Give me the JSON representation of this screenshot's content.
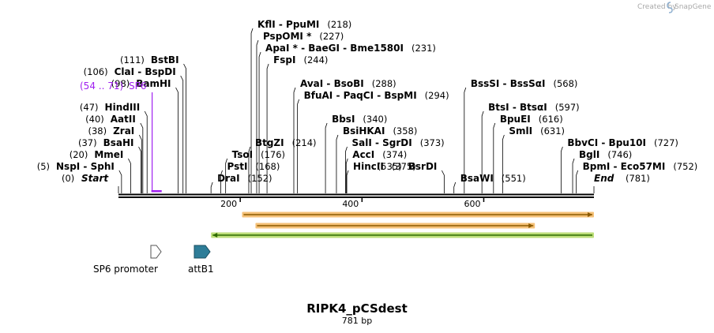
{
  "credit": {
    "text": "Created by",
    "brand": "SnapGene"
  },
  "map": {
    "title": "RIPK4_pCSdest",
    "subtitle": "781 bp",
    "length": 781,
    "ticks": [
      {
        "pos": 200,
        "label": "200"
      },
      {
        "pos": 400,
        "label": "400"
      },
      {
        "pos": 600,
        "label": "600"
      }
    ]
  },
  "sites": [
    {
      "id": "start",
      "pos": 0,
      "name": "Start",
      "paren": "(0)",
      "label_side": "left",
      "row": 0,
      "style": "italic"
    },
    {
      "id": "nspi",
      "pos": 5,
      "name": "NspI  -  SphI",
      "paren": "(5)",
      "label_side": "left",
      "row": 1
    },
    {
      "id": "mmei",
      "pos": 20,
      "name": "MmeI",
      "paren": "(20)",
      "label_side": "left",
      "row": 2
    },
    {
      "id": "bsahi",
      "pos": 37,
      "name": "BsaHI",
      "paren": "(37)",
      "label_side": "left",
      "row": 3
    },
    {
      "id": "zrai",
      "pos": 38,
      "name": "ZraI",
      "paren": "(38)",
      "label_side": "left",
      "row": 4
    },
    {
      "id": "aatii",
      "pos": 40,
      "name": "AatII",
      "paren": "(40)",
      "label_side": "left",
      "row": 5
    },
    {
      "id": "hindiii",
      "pos": 47,
      "name": "HindIII",
      "paren": "(47)",
      "label_side": "left",
      "row": 6
    },
    {
      "id": "bamhi",
      "pos": 98,
      "name": "BamHI",
      "paren": "(98)",
      "label_side": "left",
      "row": 8
    },
    {
      "id": "clai",
      "pos": 106,
      "name": "ClaI  -  BspDI",
      "paren": "(106)",
      "label_side": "left",
      "row": 9
    },
    {
      "id": "bstbi",
      "pos": 111,
      "name": "BstBI",
      "paren": "(111)",
      "label_side": "left",
      "row": 10
    },
    {
      "id": "drai",
      "pos": 152,
      "name": "DraI",
      "paren": "(152)",
      "label_side": "right",
      "row": 0
    },
    {
      "id": "psti",
      "pos": 168,
      "name": "PstI",
      "paren": "(168)",
      "label_side": "right",
      "row": 1
    },
    {
      "id": "tsoi",
      "pos": 176,
      "name": "TsoI",
      "paren": "(176)",
      "label_side": "right",
      "row": 2
    },
    {
      "id": "btgzi",
      "pos": 214,
      "name": "BtgZI",
      "paren": "(214)",
      "label_side": "right",
      "row": 3
    },
    {
      "id": "kfli",
      "pos": 218,
      "name": "KflI  -  PpuMI",
      "paren": "(218)",
      "label_side": "right",
      "row": 13
    },
    {
      "id": "pspomi",
      "pos": 227,
      "name": "PspOMI *",
      "paren": "(227)",
      "label_side": "right",
      "row": 12
    },
    {
      "id": "apai",
      "pos": 231,
      "name": "ApaI *  -  BaeGI  -  Bme1580I",
      "paren": "(231)",
      "label_side": "right",
      "row": 11
    },
    {
      "id": "fspi",
      "pos": 244,
      "name": "FspI",
      "paren": "(244)",
      "label_side": "right",
      "row": 10
    },
    {
      "id": "avai",
      "pos": 288,
      "name": "AvaI  -  BsoBI",
      "paren": "(288)",
      "label_side": "right",
      "row": 8
    },
    {
      "id": "bfuai",
      "pos": 294,
      "name": "BfuAI  -  PaqCI  -  BspMI",
      "paren": "(294)",
      "label_side": "right",
      "row": 7
    },
    {
      "id": "bbsi",
      "pos": 340,
      "name": "BbsI",
      "paren": "(340)",
      "label_side": "right",
      "row": 5
    },
    {
      "id": "bsihkai",
      "pos": 358,
      "name": "BsiHKAI",
      "paren": "(358)",
      "label_side": "right",
      "row": 4
    },
    {
      "id": "sali",
      "pos": 373,
      "name": "SalI  -  SgrDI",
      "paren": "(373)",
      "label_side": "right",
      "row": 3
    },
    {
      "id": "acci",
      "pos": 374,
      "name": "AccI",
      "paren": "(374)",
      "label_side": "right",
      "row": 2
    },
    {
      "id": "hincii",
      "pos": 375,
      "name": "HincII",
      "paren": "(375)",
      "label_side": "right",
      "row": 1
    },
    {
      "id": "bsrdi",
      "pos": 535,
      "name": "BsrDI",
      "paren": "(535)",
      "label_side": "left",
      "row": 1
    },
    {
      "id": "bsawi",
      "pos": 551,
      "name": "BsaWI",
      "paren": "(551)",
      "label_side": "right",
      "row": 0
    },
    {
      "id": "bsssi",
      "pos": 568,
      "name": "BssSI  -  BssSαI",
      "paren": "(568)",
      "label_side": "right",
      "row": 8
    },
    {
      "id": "btsi",
      "pos": 597,
      "name": "BtsI  -  BtsαI",
      "paren": "(597)",
      "label_side": "right",
      "row": 6
    },
    {
      "id": "bpuei",
      "pos": 616,
      "name": "BpuEI",
      "paren": "(616)",
      "label_side": "right",
      "row": 5
    },
    {
      "id": "smli",
      "pos": 631,
      "name": "SmlI",
      "paren": "(631)",
      "label_side": "right",
      "row": 4
    },
    {
      "id": "bbvci",
      "pos": 727,
      "name": "BbvCI  -  Bpu10I",
      "paren": "(727)",
      "label_side": "right",
      "row": 3
    },
    {
      "id": "bgli",
      "pos": 746,
      "name": "BglI",
      "paren": "(746)",
      "label_side": "right",
      "row": 2
    },
    {
      "id": "bpmi",
      "pos": 752,
      "name": "BpmI  -  Eco57MI",
      "paren": "(752)",
      "label_side": "right",
      "row": 1
    },
    {
      "id": "end",
      "pos": 781,
      "name": "End",
      "paren": "(781)",
      "label_side": "right",
      "row": 0,
      "style": "italic"
    }
  ],
  "primer": {
    "name": "SP6",
    "range": "(54 .. 71)",
    "start": 54,
    "end": 71,
    "color": "#a020f0"
  },
  "orfs": [
    {
      "id": "orf1",
      "start": 203,
      "end": 781,
      "strand": "forward",
      "fill": "#f0a030",
      "stroke": "#8b5a00"
    },
    {
      "id": "orf2",
      "start": 225,
      "end": 684,
      "strand": "forward",
      "fill": "#f0a030",
      "stroke": "#8b5a00"
    },
    {
      "id": "orf3",
      "start": 152,
      "end": 781,
      "strand": "reverse",
      "fill": "#9acd32",
      "stroke": "#2e6b00"
    }
  ],
  "features": [
    {
      "id": "sp6-promoter",
      "name": "SP6 promoter",
      "start": 54,
      "end": 71,
      "fill": "#ffffff",
      "stroke": "#555555"
    },
    {
      "id": "attb1",
      "name": "attB1",
      "start": 124,
      "end": 148,
      "fill": "#2e7d98",
      "stroke": "#1b4f61"
    }
  ]
}
